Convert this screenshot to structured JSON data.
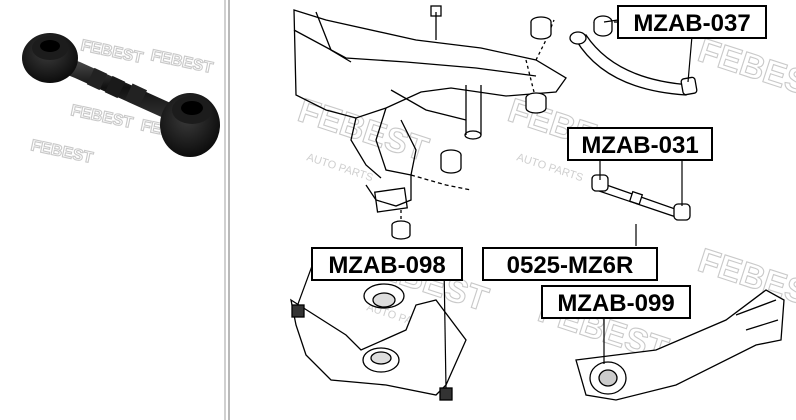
{
  "watermark": {
    "brand": "FEBEST",
    "sub": "AUTO PARTS"
  },
  "labels": {
    "mzab_037": "MZAB-037",
    "mzab_031": "MZAB-031",
    "mzab_098": "MZAB-098",
    "mz6r": "0525-MZ6R",
    "mzab_099": "MZAB-099"
  },
  "colors": {
    "ink": "#000000",
    "watermark": "#c9c9c9",
    "divider": "#b9b9b9"
  }
}
